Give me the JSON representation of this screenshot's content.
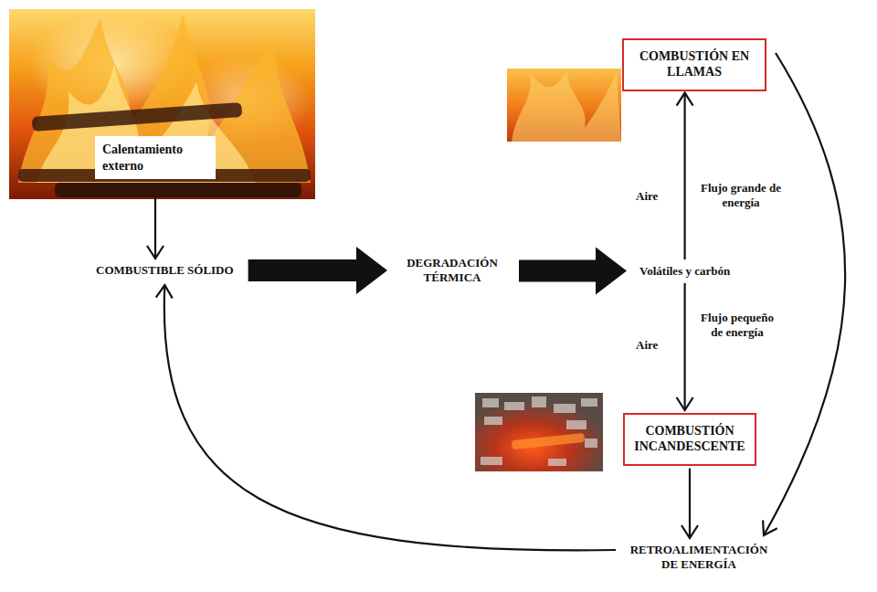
{
  "diagram": {
    "nodes": [
      {
        "text": [
          "Calentamiento externo"
        ]
      },
      {
        "text": [
          "COMBUSTIÓN EN LLAMAS"
        ]
      },
      {
        "text": [
          "COMBUSTIBLE SÓLIDO"
        ]
      },
      {
        "text": [
          "DEGRADACIÓN TÉRMICA"
        ]
      },
      {
        "text": [
          "Volátiles y carbón"
        ]
      },
      {
        "text": [
          "COMBUSTIÓN INCANDESCENTE"
        ]
      },
      {
        "text": [
          "RETROALIMENTACIÓN DE ENERGÍA"
        ]
      }
    ],
    "edges": [
      {
        "from": 0,
        "to": 2,
        "arrow": "to"
      },
      {
        "from": 2,
        "to": 3,
        "arrow": "to"
      },
      {
        "from": 3,
        "to": 4,
        "arrow": "to"
      },
      {
        "from": 4,
        "to": 1,
        "label": "Flujo grande de energía",
        "arrow": "to"
      },
      {
        "from": 4,
        "to": 5,
        "label": "Flujo pequeño de energía",
        "arrow": "to"
      },
      {
        "from": 1,
        "to": 6,
        "arrow": "to"
      },
      {
        "from": 5,
        "to": 6,
        "arrow": "to"
      },
      {
        "from": 6,
        "to": 2,
        "arrow": "to"
      }
    ],
    "labels": [
      "Aire",
      "Aire"
    ]
  }
}
